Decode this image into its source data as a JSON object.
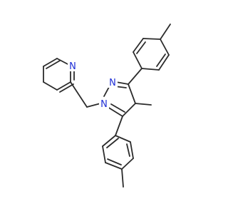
{
  "molecule": {
    "atoms": [
      {
        "id": "N_py",
        "label": "N",
        "color": "#1f2fd6"
      },
      {
        "id": "N1",
        "label": "N",
        "color": "#1f2fd6"
      },
      {
        "id": "N2",
        "label": "N",
        "color": "#1f2fd6"
      }
    ],
    "bond_color": "#2b2b2b"
  }
}
